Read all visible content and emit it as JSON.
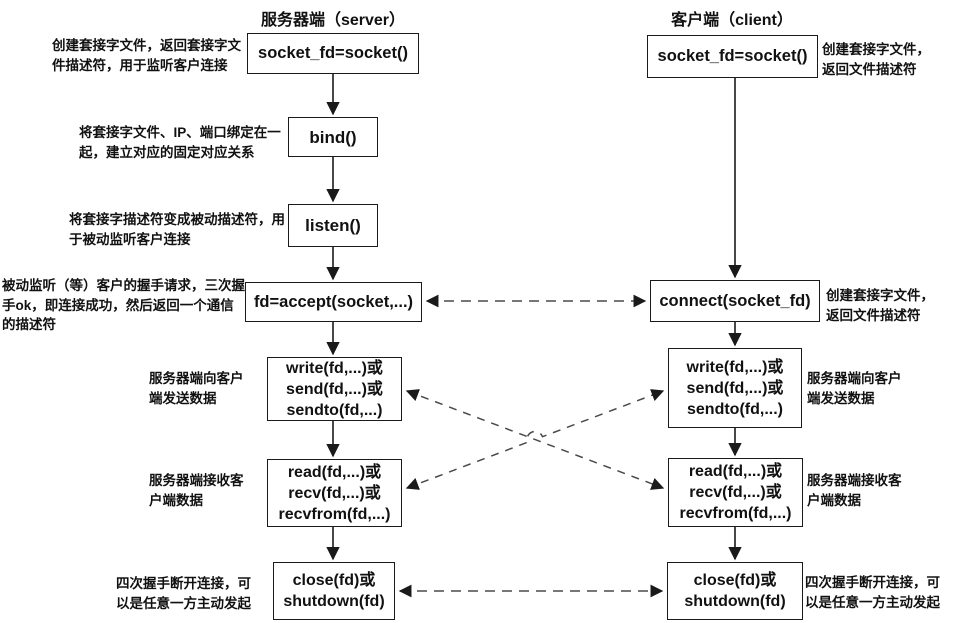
{
  "diagram": {
    "colors": {
      "line": "#1a1a1a",
      "dashed_line": "#4a4a4a",
      "background": "#ffffff",
      "text": "#111111"
    },
    "server": {
      "title": "服务器端（server）",
      "socket_label": "socket_fd=socket()",
      "socket_note": "创建套接字文件，返回套接字文\n件描述符，用于监听客户连接",
      "bind_label": "bind()",
      "bind_note": "将套接字文件、IP、端口绑定在一\n起，建立对应的固定对应关系",
      "listen_label": "listen()",
      "listen_note": "将套接字描述符变成被动描述符，用\n于被动监听客户连接",
      "accept_label": "fd=accept(socket,...)",
      "accept_note": "被动监听（等）客户的握手请求，三次握\n手ok，即连接成功，然后返回一个通信\n的描述符",
      "write_label": "write(fd,...)或\nsend(fd,...)或\nsendto(fd,...)",
      "write_note": "服务器端向客户\n端发送数据",
      "read_label": "read(fd,...)或\nrecv(fd,...)或\nrecvfrom(fd,...)",
      "read_note": "服务器端接收客\n户端数据",
      "close_label": "close(fd)或\nshutdown(fd)",
      "close_note": "四次握手断开连接，可\n以是任意一方主动发起"
    },
    "client": {
      "title": "客户端（client）",
      "socket_label": "socket_fd=socket()",
      "socket_note": "创建套接字文件，\n返回文件描述符",
      "connect_label": "connect(socket_fd)",
      "connect_note": "创建套接字文件，\n返回文件描述符",
      "write_label": "write(fd,...)或\nsend(fd,...)或\nsendto(fd,...)",
      "write_note": "服务器端向客户\n端发送数据",
      "read_label": "read(fd,...)或\nrecv(fd,...)或\nrecvfrom(fd,...)",
      "read_note": "服务器端接收客\n户端数据",
      "close_label": "close(fd)或\nshutdown(fd)",
      "close_note": "四次握手断开连接，可\n以是任意一方主动发起"
    }
  }
}
